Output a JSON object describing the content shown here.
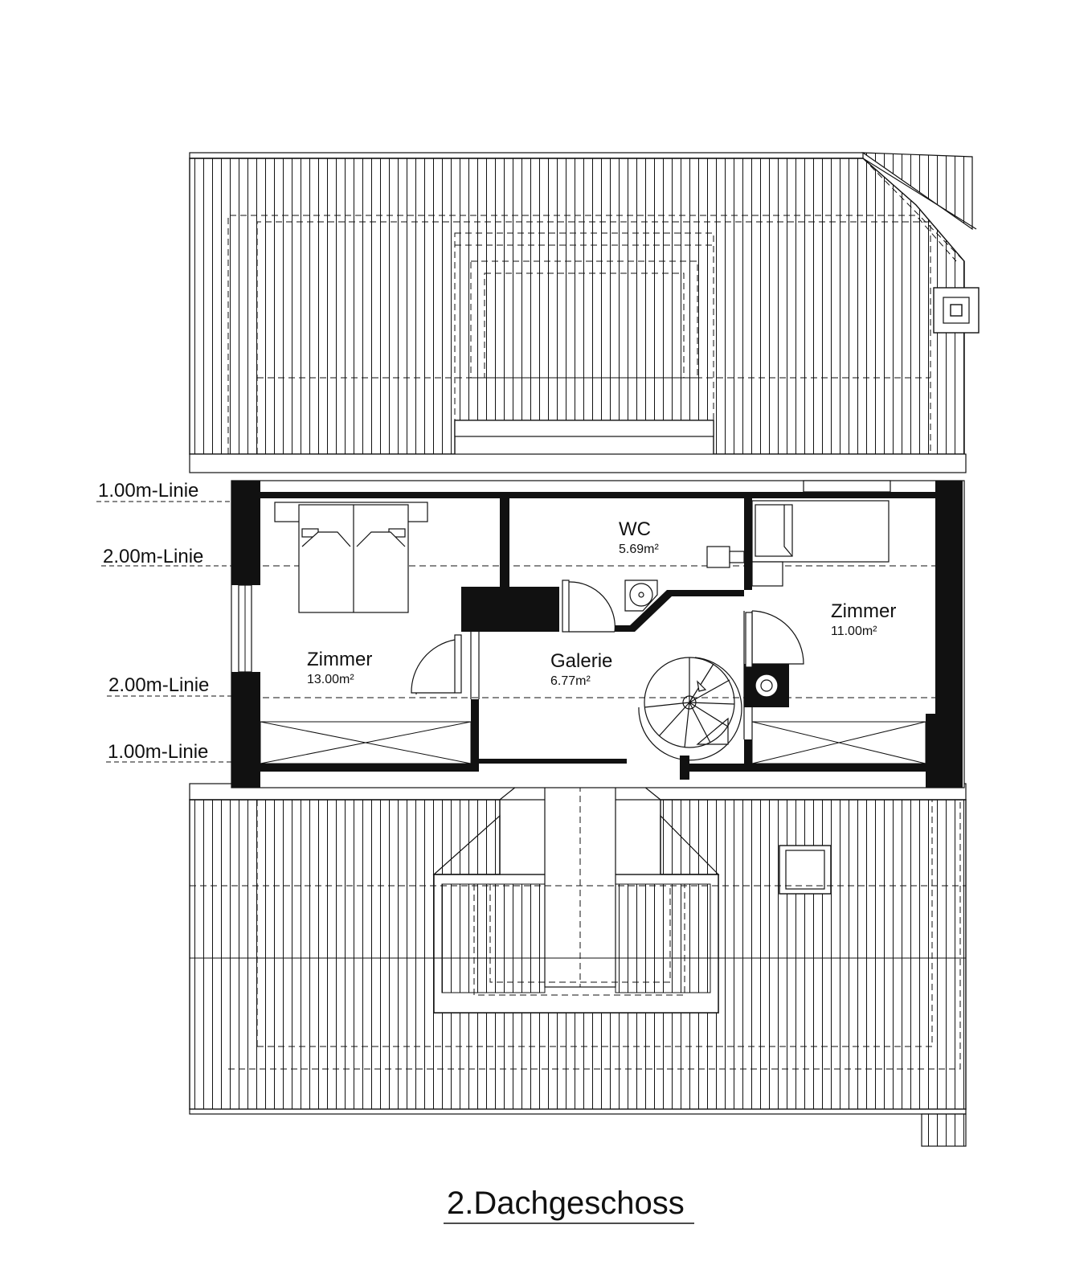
{
  "title": "2.Dachgeschoss",
  "colors": {
    "ink": "#111111",
    "background": "#ffffff"
  },
  "level_lines": {
    "top_outer": "1.00m-Linie",
    "top_inner": "2.00m-Linie",
    "bottom_inner": "2.00m-Linie",
    "bottom_outer": "1.00m-Linie"
  },
  "rooms": {
    "zimmer_left": {
      "name": "Zimmer",
      "area": "13.00m²"
    },
    "wc": {
      "name": "WC",
      "area": "5.69m²"
    },
    "zimmer_right": {
      "name": "Zimmer",
      "area": "11.00m²"
    },
    "galerie": {
      "name": "Galerie",
      "area": "6.77m²"
    }
  }
}
